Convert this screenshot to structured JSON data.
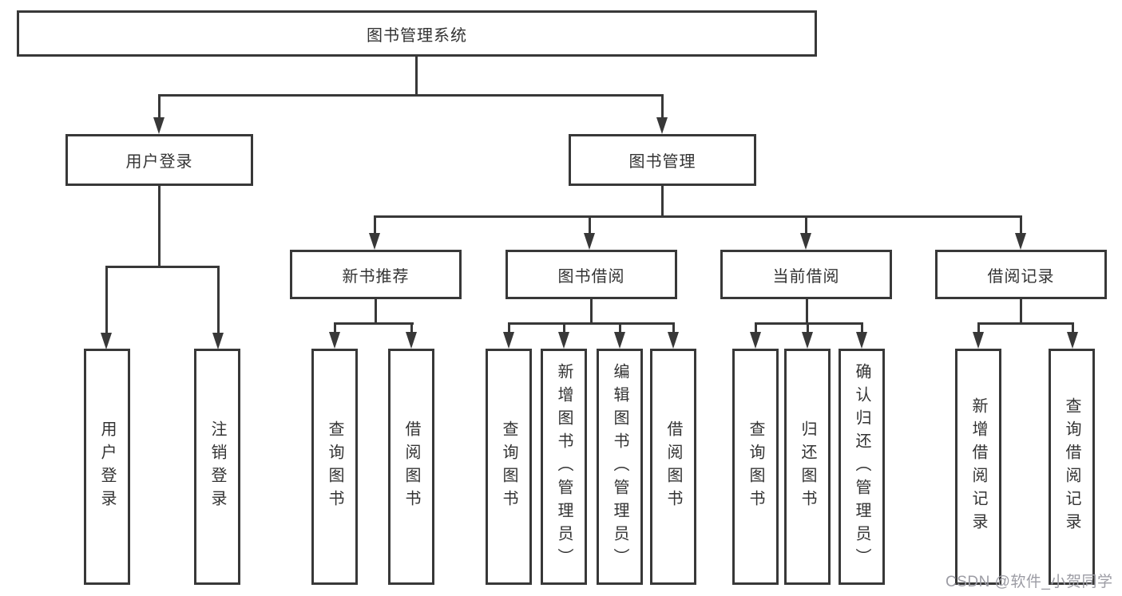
{
  "diagram": {
    "root": {
      "label": "图书管理系统"
    },
    "branches": [
      {
        "label": "用户登录",
        "children": [
          {
            "label": "用户登录"
          },
          {
            "label": "注销登录"
          }
        ]
      },
      {
        "label": "图书管理",
        "children": [
          {
            "label": "新书推荐",
            "children": [
              {
                "label": "查询图书"
              },
              {
                "label": "借阅图书"
              }
            ]
          },
          {
            "label": "图书借阅",
            "children": [
              {
                "label": "查询图书"
              },
              {
                "label": "新增图书（管理员）"
              },
              {
                "label": "编辑图书（管理员）"
              },
              {
                "label": "借阅图书"
              }
            ]
          },
          {
            "label": "当前借阅",
            "children": [
              {
                "label": "查询图书"
              },
              {
                "label": "归还图书"
              },
              {
                "label": "确认归还（管理员）"
              }
            ]
          },
          {
            "label": "借阅记录",
            "children": [
              {
                "label": "新增借阅记录"
              },
              {
                "label": "查询借阅记录"
              }
            ]
          }
        ]
      }
    ],
    "watermark": "CSDN @软件_小贺同学",
    "colors": {
      "line": "#383838",
      "text": "#333333",
      "background": "#ffffff",
      "watermark": "#9c9ca4"
    }
  }
}
